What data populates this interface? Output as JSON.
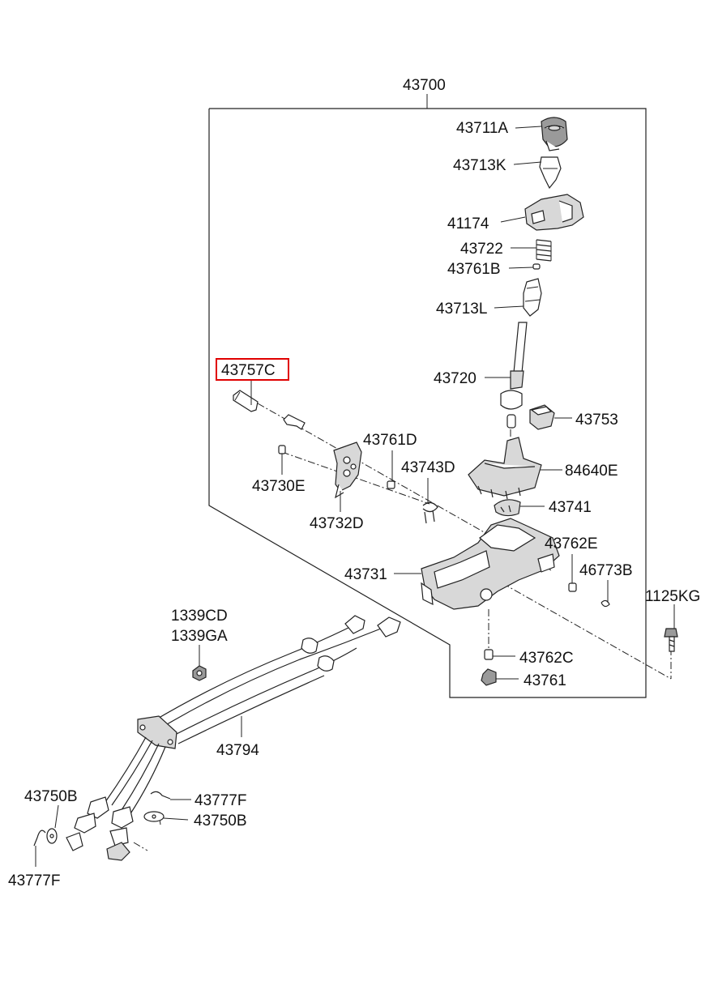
{
  "diagram": {
    "highlight_color": "#e00000",
    "labels": {
      "assy": "43700",
      "p43711A": "43711A",
      "p43713K": "43713K",
      "p41174": "41174",
      "p43722": "43722",
      "p43761B": "43761B",
      "p43713L": "43713L",
      "p43720": "43720",
      "p43753": "43753",
      "p43757C": "43757C",
      "p43761D": "43761D",
      "p43743D": "43743D",
      "p84640E": "84640E",
      "p43730E": "43730E",
      "p43732D": "43732D",
      "p43741": "43741",
      "p43762E": "43762E",
      "p43731": "43731",
      "p46773B": "46773B",
      "p1125KG": "1125KG",
      "p1339CD": "1339CD",
      "p1339GA": "1339GA",
      "p43762C": "43762C",
      "p43761": "43761",
      "p43794": "43794",
      "p43750B_left": "43750B",
      "p43777F_right": "43777F",
      "p43750B_right": "43750B",
      "p43777F_left": "43777F"
    }
  }
}
